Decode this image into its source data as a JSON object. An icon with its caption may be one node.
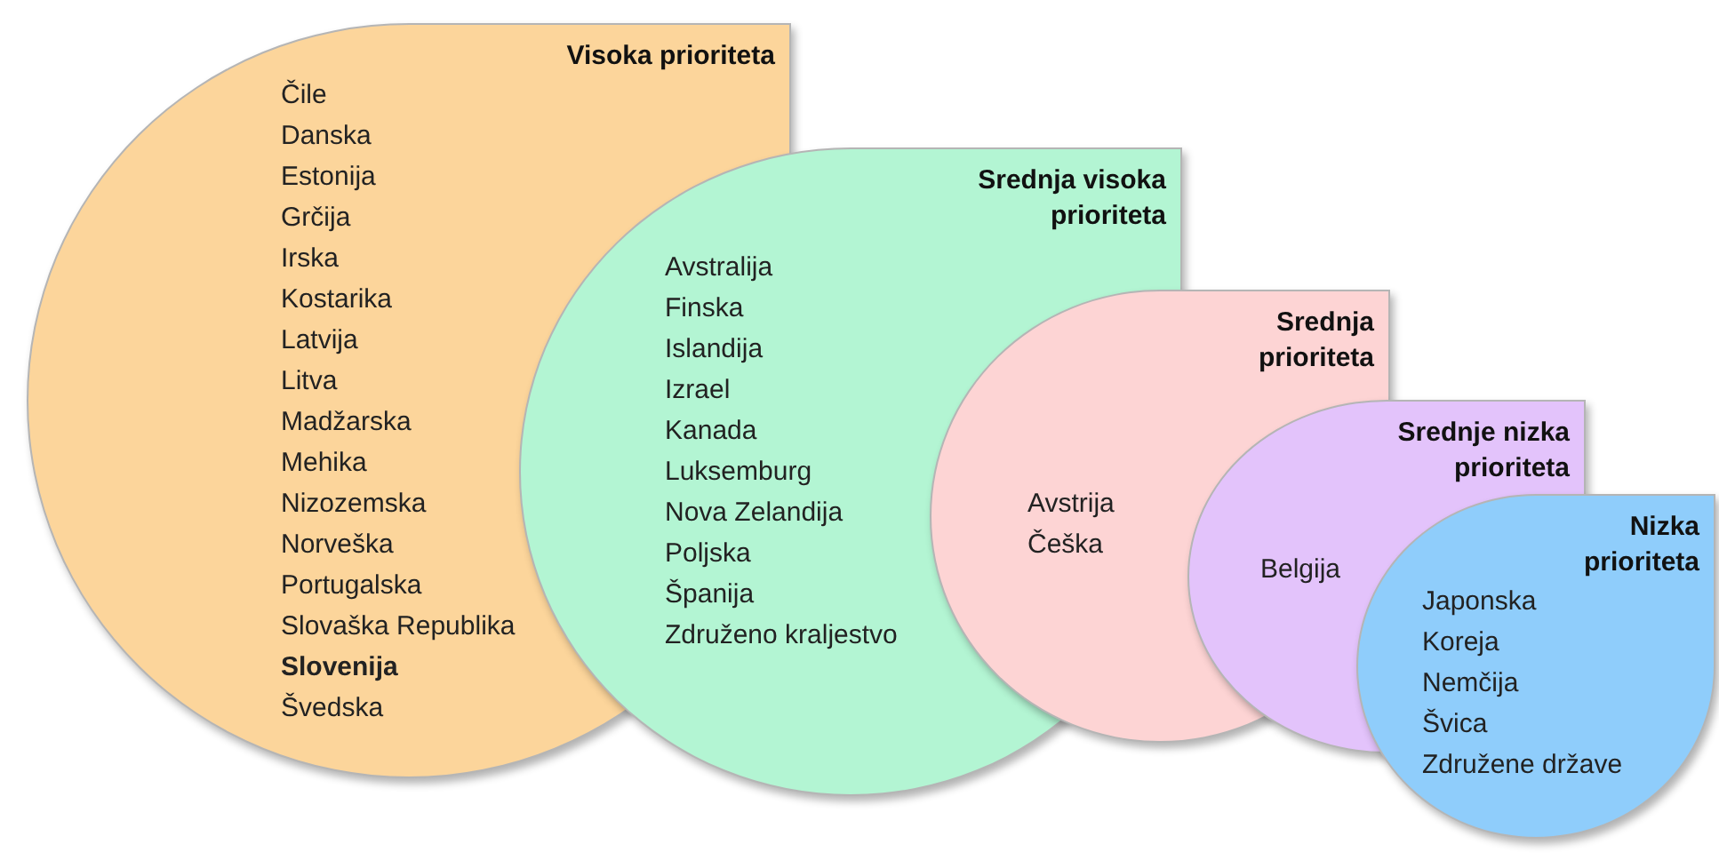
{
  "diagram": {
    "nodes": [
      {
        "text": [
          "Visoka prioriteta",
          "Čile",
          "Danska",
          "Estonija",
          "Grčija",
          "Irska",
          "Kostarika",
          "Latvija",
          "Litva",
          "Madžarska",
          "Mehika",
          "Nizozemska",
          "Norveška",
          "Portugalska",
          "Slovaška Republika",
          "**Slovenija**",
          "Švedska"
        ]
      },
      {
        "text": [
          "Srednja visoka prioriteta",
          "Avstralija",
          "Finska",
          "Islandija",
          "Izrael",
          "Kanada",
          "Luksemburg",
          "Nova Zelandija",
          "Poljska",
          "Španija",
          "Združeno kraljestvo"
        ]
      },
      {
        "text": [
          "Srednja prioriteta",
          "Avstrija",
          "Češka"
        ]
      },
      {
        "text": [
          "Srednje nizka prioriteta",
          "Belgija"
        ]
      },
      {
        "text": [
          "Nizka prioriteta",
          "Japonska",
          "Koreja",
          "Nemčija",
          "Švica",
          "Združene države"
        ]
      }
    ]
  }
}
